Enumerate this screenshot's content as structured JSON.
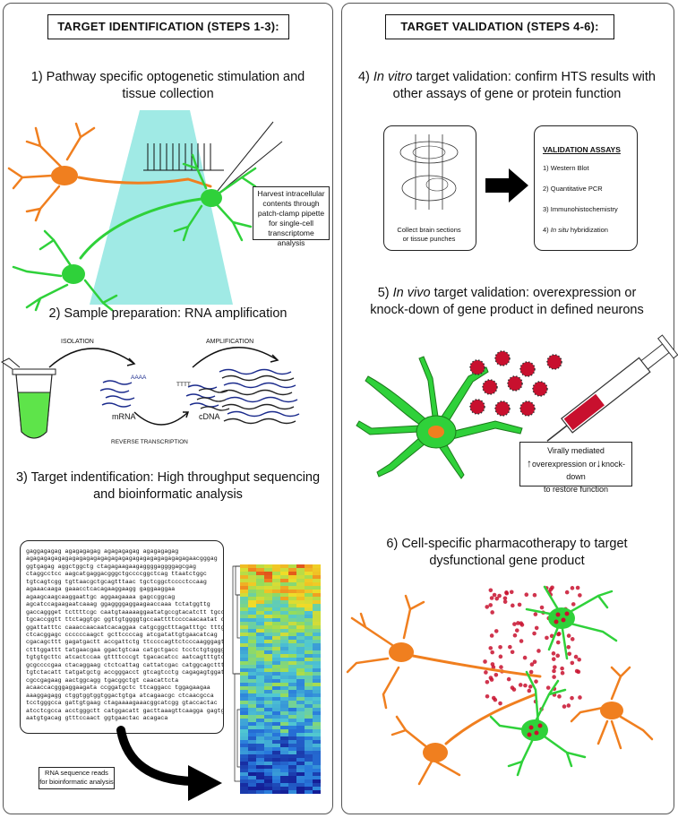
{
  "left": {
    "header": "TARGET IDENTIFICATION (STEPS 1-3):",
    "step1": {
      "line1": "1) Pathway specific optogenetic stimulation and",
      "line2": "tissue collection"
    },
    "harvest": [
      "Harvest intracellular",
      "contents through",
      "patch-clamp pipette",
      "for single-cell",
      "transcriptome analysis"
    ],
    "step2": "2) Sample preparation: RNA amplification",
    "isolation": "ISOLATION",
    "amplification": "AMPLIFICATION",
    "mrna": "mRNA",
    "cdna": "cDNA",
    "reverse": "REVERSE TRANSCRIPTION",
    "aaaa": "AAAA",
    "tttt": "TTTT",
    "step3": {
      "line1": "3) Target indentification: High throughput sequencing",
      "line2": "and bioinformatic analysis"
    },
    "sequence": [
      "gaggagagag agagagagag agagagagag agagagagag",
      "agagagagagagagagagagagagagagagagagagagagagagagaacgggag",
      "ggtgagag aggctggctg ctagagaagaagaggggaggggagcgag",
      "ctaggcctcc aagcatgaggacgggctgccccggctcag ttaatctggc",
      "tgtcagtcgg tgttaacgctgcagtttaac tgctcggctcccctccaag",
      "agaaacaaga gaaacctcacagaaggaagg gaggaaggaa",
      "agaagcaagcaaggaattgc aggaagaaaa gagccggcag",
      "agcatccagaagaatcaaag ggaggggaggaagaaccaaa tctatggttg",
      "gaccaggget tcttttcgc caatgtaaaaaggaatatgccgtacatctt tgccttttc",
      "tgcaccggtt ttctaggtgc ggttgtggggtgccaattttccccaacaatat ccagatagg",
      "ggattatttc caaaccaacaatcacaggaa catgcggctttagatttgc tttgtcacaa",
      "ctcacggagc ccccccaagct gcttccccag atcgatattgtgaacatcag",
      "cgacagcttt gagatgactt accgattctg ttccccagttctcccaagggagtgtacgccat",
      "ctttggattt tatgaacgaa ggactgtcaa catgctgacc tcctctgtggggccctcca",
      "tgtgtgcttc atcactccaa gttttcccgt tgacacatcc aatcagtttgtcctcagct",
      "gcgccccgaa ctacaggaag ctctcattag cattatcgac catggcagcttt",
      "tgtctacatt tatgatgctg accgggacct gtcagtcctg cagagagtggatacagc",
      "cgccgagaag aactggcagg tgacggctgt caacattcta",
      "acaaccacgggaggaagata ccggatgctc ttcaggacc tggagaagaa",
      "aaaggagagg ctggtggtggtggactgtga atcagaacgc ctcaacgcca",
      "tcctgggcca gattgtgaag ctagaaaagaaacggcatcgg gtaccactac",
      "atcctcgcca acctgggctt catggacatt gacttaaagttcaaggа gagtggagcc",
      "aatgtgacag gtttccaact ggtgaactac acagaca"
    ],
    "rna_reads": [
      "RNA sequence reads",
      "for bioinformatic analysis"
    ]
  },
  "right": {
    "header": "TARGET VALIDATION (STEPS 4-6):",
    "step4": {
      "prefix": "4) ",
      "italic": "In vitro",
      "rest": " target validation: confirm HTS results with",
      "line2": "other assays of gene or protein function"
    },
    "collect": [
      "Collect brain sections",
      "or tissue punches"
    ],
    "assays_title": "VALIDATION ASSAYS",
    "assays": [
      "1) Western Blot",
      "2) Quantitative PCR",
      "3) Immunohistochemistry"
    ],
    "assay4": {
      "prefix": "4) ",
      "italic": "In situ",
      "rest": " hybridization"
    },
    "step5": {
      "prefix": "5) ",
      "italic": "In vivo",
      "rest": " target validation: overexpression or",
      "line2": "knock-down of gene product in defined neurons"
    },
    "viral": {
      "line1": "Virally mediated",
      "overexp": "overexpression or",
      "knock": "knock-down",
      "line3": "to restore function"
    },
    "step6": {
      "line1": "6) Cell-specific pharmacotherapy to target",
      "line2": "dysfunctional gene product"
    }
  },
  "colors": {
    "neuron_orange": "#f07f1f",
    "neuron_green": "#2fd13a",
    "light_beam": "#8fe6e0",
    "virus_red": "#c8102e",
    "arrow": "#000000"
  }
}
